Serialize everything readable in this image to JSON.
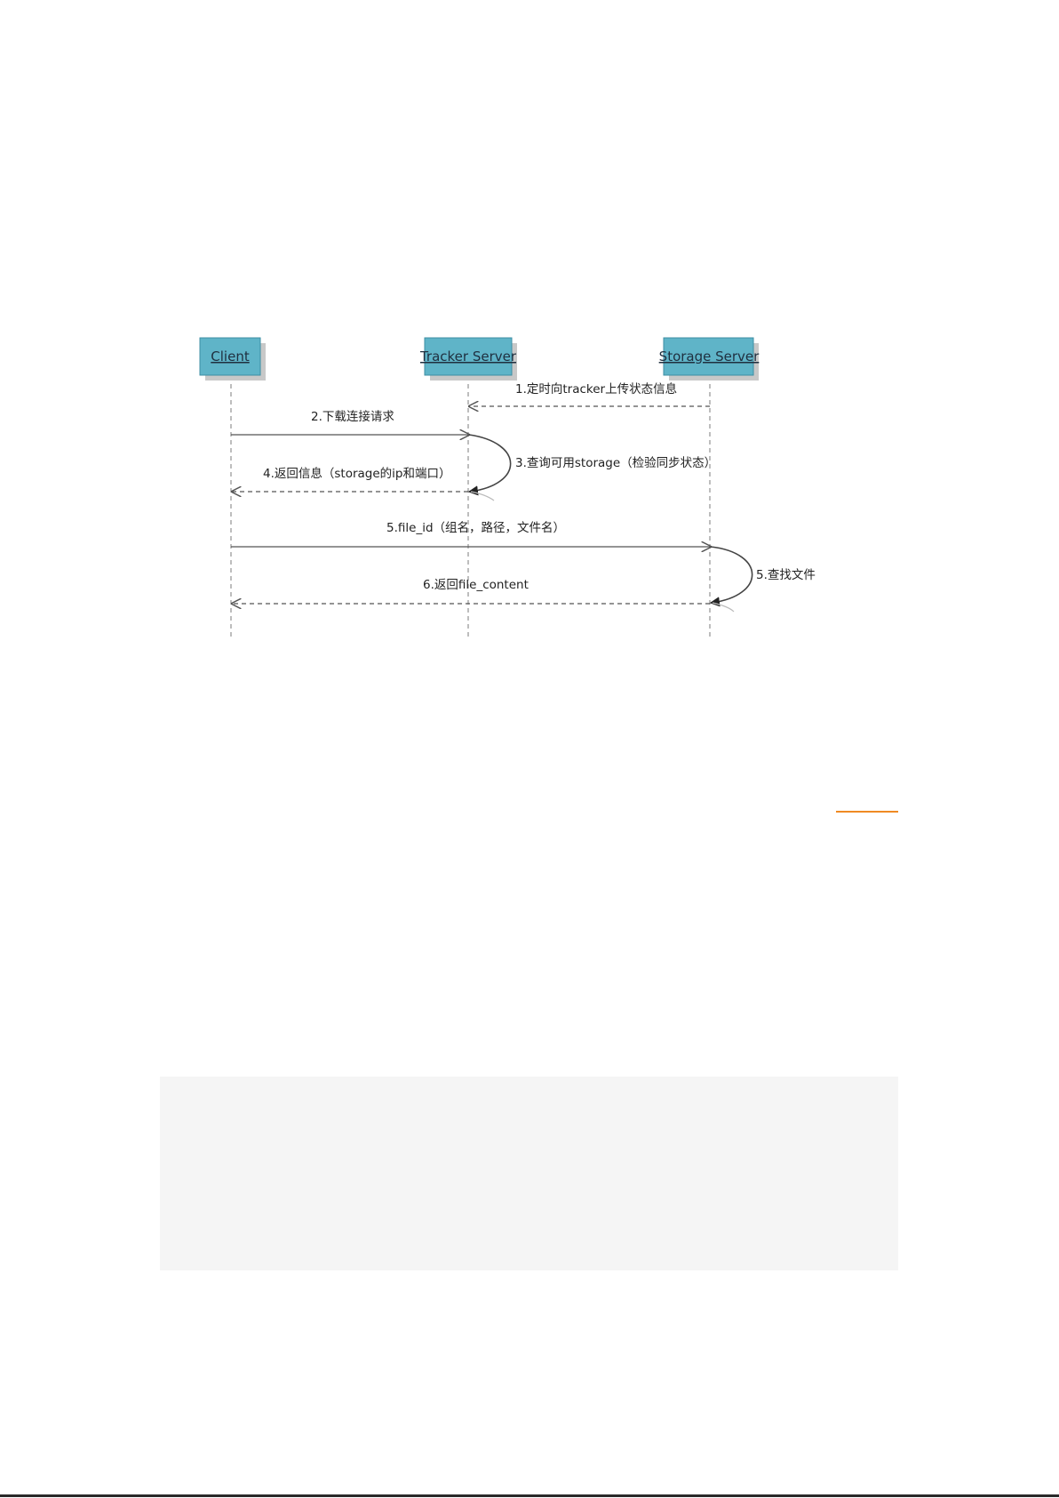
{
  "diagram": {
    "actors": [
      {
        "id": "client",
        "label": "Client"
      },
      {
        "id": "tracker",
        "label": "Tracker Server"
      },
      {
        "id": "storage",
        "label": "Storage Server"
      }
    ],
    "messages": [
      {
        "id": "m1",
        "label": "1.定时向tracker上传状态信息",
        "from": "storage",
        "to": "tracker",
        "style": "dashed"
      },
      {
        "id": "m2",
        "label": "2.下载连接请求",
        "from": "client",
        "to": "tracker",
        "style": "solid"
      },
      {
        "id": "m3",
        "label": "3.查询可用storage（检验同步状态）",
        "from": "tracker",
        "to": "tracker",
        "style": "self"
      },
      {
        "id": "m4",
        "label": "4.返回信息（storage的ip和端口）",
        "from": "tracker",
        "to": "client",
        "style": "dashed"
      },
      {
        "id": "m5",
        "label": "5.file_id（组名，路径，文件名）",
        "from": "client",
        "to": "storage",
        "style": "solid"
      },
      {
        "id": "m5b",
        "label": "5.查找文件",
        "from": "storage",
        "to": "storage",
        "style": "self"
      },
      {
        "id": "m6",
        "label": "6.返回file_content",
        "from": "storage",
        "to": "client",
        "style": "dashed"
      }
    ],
    "colors": {
      "actor_fill": "#5fb4c8",
      "actor_border": "#3d8ea3",
      "actor_shadow": "#c8c8c8",
      "line": "#555555",
      "lifeline": "#9a9a9a"
    }
  },
  "page": {
    "link_color": "#f08a24",
    "code_block_bg": "#f5f5f5"
  }
}
